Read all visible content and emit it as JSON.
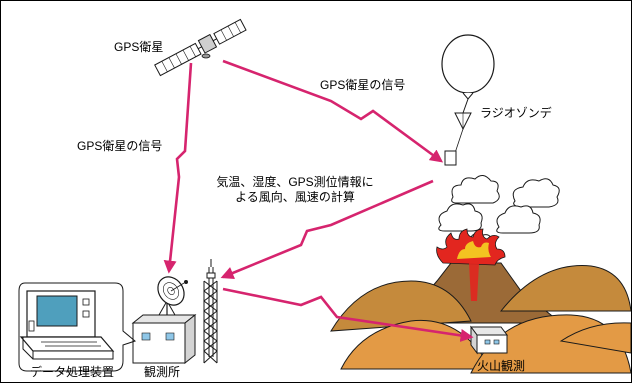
{
  "diagram": {
    "labels": {
      "gps_satellite": "GPS衛星",
      "gps_signal_left": "GPS衛星の信号",
      "gps_signal_right": "GPS衛星の信号",
      "radiosonde": "ラジオゾンデ",
      "computation_line1": "気温、湿度、GPS測位情報に",
      "computation_line2": "よる風向、風速の計算",
      "data_processing": "データ処理装置",
      "observatory": "観測所",
      "volcano_observation": "火山観測"
    },
    "colors": {
      "signal_arrow": "#d6246e",
      "monitor_screen": "#4f9fbd",
      "ground_brown": "#c58a3c",
      "ground_orange": "#e39a45",
      "lava_red": "#e2261f",
      "lava_yellow": "#f3c321",
      "smoke": "#ffffff",
      "outline": "#1a1a1a"
    },
    "icons": {
      "satellite": "satellite-icon",
      "balloon": "weather-balloon-icon",
      "computer": "data-processing-computer-icon",
      "building": "observatory-building-icon",
      "antenna": "parabolic-antenna-icon",
      "tower": "lattice-tower-icon",
      "volcano": "erupting-volcano-icon",
      "hut": "volcano-observation-hut-icon"
    }
  }
}
